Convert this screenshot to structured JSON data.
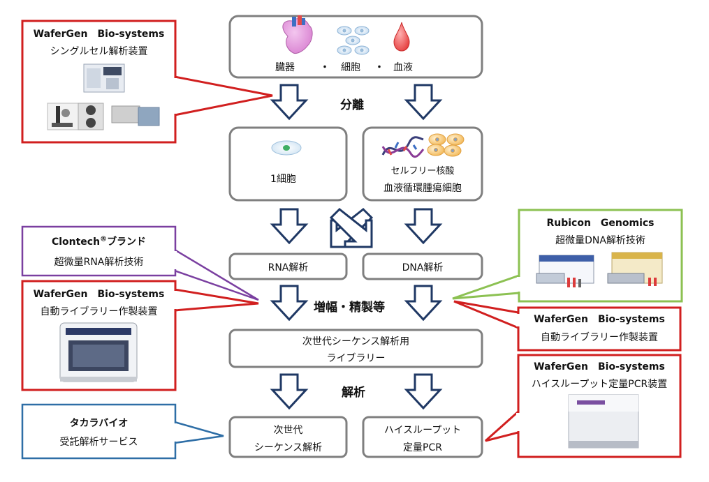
{
  "flow": {
    "source": {
      "organ": "臓器",
      "dot1": "・",
      "cell": "細胞",
      "dot2": "・",
      "blood": "血液"
    },
    "separation": "分離",
    "single_cell": "1細胞",
    "cellfree_line1": "セルフリー核酸",
    "cellfree_line2": "血液循環腫瘍細胞",
    "rna_analysis": "RNA解析",
    "dna_analysis": "DNA解析",
    "amplification": "増幅・精製等",
    "library_line1": "次世代シーケンス解析用",
    "library_line2": "ライブラリー",
    "analysis": "解析",
    "ngs_line1": "次世代",
    "ngs_line2": "シーケンス解析",
    "qpcr_line1": "ハイスループット",
    "qpcr_line2": "定量PCR"
  },
  "callouts": {
    "wafergen_single": {
      "company": "WaferGen　Bio-systems",
      "product": "シングルセル解析装置",
      "color": "#d11f1f"
    },
    "clontech": {
      "company": "Clontech",
      "mark": "®",
      "brand": "ブランド",
      "product": "超微量RNA解析技術",
      "color": "#7a3fa0"
    },
    "wafergen_library_left": {
      "company": "WaferGen　Bio-systems",
      "product": "自動ライブラリー作製装置",
      "color": "#d11f1f"
    },
    "takara": {
      "company": "タカラバイオ",
      "product": "受託解析サービス",
      "color": "#2e6ea6"
    },
    "rubicon": {
      "company": "Rubicon　Genomics",
      "product": "超微量DNA解析技術",
      "color": "#8cc152"
    },
    "wafergen_library_right": {
      "company": "WaferGen　Bio-systems",
      "product": "自動ライブラリー作製装置",
      "color": "#d11f1f"
    },
    "wafergen_qpcr": {
      "company": "WaferGen　Bio-systems",
      "product": "ハイスループット定量PCR装置",
      "color": "#d11f1f"
    }
  },
  "colors": {
    "box_border": "#7f7f7f",
    "arrow": "#1f3864"
  },
  "icons": [
    "heart-organ-icon",
    "cells-icon",
    "blood-drop-icon",
    "single-cell-icon",
    "dna-helix-icon",
    "cell-cluster-icon",
    "cross-arrow-icon"
  ]
}
